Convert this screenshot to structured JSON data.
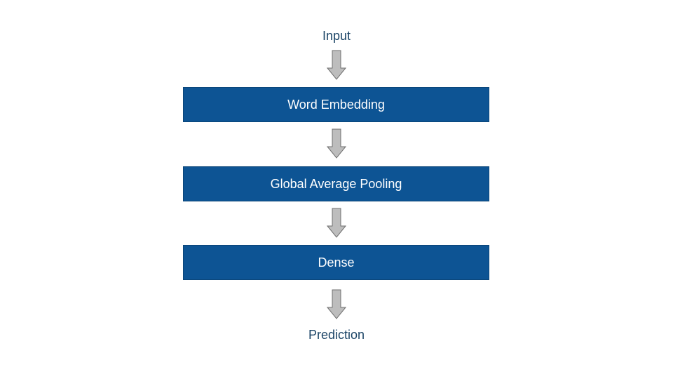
{
  "diagram": {
    "input_label": "Input",
    "layers": [
      {
        "label": "Word Embedding"
      },
      {
        "label": "Global Average Pooling"
      },
      {
        "label": "Dense"
      }
    ],
    "output_label": "Prediction"
  },
  "colors": {
    "box_fill": "#0d5494",
    "box_text": "#ffffff",
    "label_text": "#1c4567",
    "arrow_fill": "#bdbdbd",
    "arrow_stroke": "#6f6f6f"
  }
}
